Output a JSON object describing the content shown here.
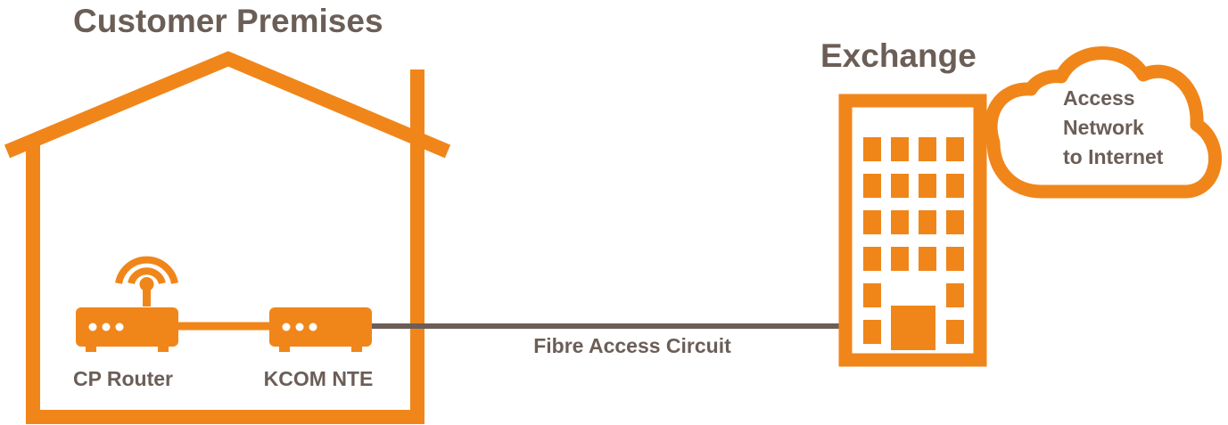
{
  "titles": {
    "customer_premises": "Customer Premises",
    "exchange": "Exchange"
  },
  "devices": {
    "router_label": "CP Router",
    "nte_label": "KCOM NTE"
  },
  "link": {
    "label": "Fibre Access Circuit"
  },
  "cloud": {
    "lines": [
      "Access",
      "Network",
      "to Internet"
    ]
  },
  "colors": {
    "accent": "#F0861A",
    "text": "#6B5E57",
    "line": "#6B5E57",
    "background": "#FFFFFF"
  },
  "icons": {
    "house": "house-outline-icon",
    "router": "router-icon",
    "wifi": "wifi-signal-icon",
    "nte": "nte-box-icon",
    "building": "exchange-building-icon",
    "cloud": "cloud-icon"
  }
}
